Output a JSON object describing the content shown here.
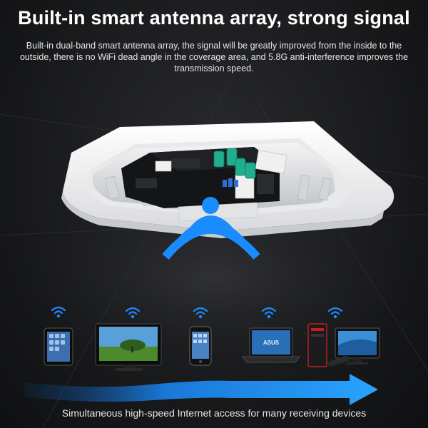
{
  "headline": "Built-in smart antenna array, strong signal",
  "description": "Built-in dual-band smart antenna array, the signal will be greatly improved from the inside to the outside, there is no WiFi dead angle in the coverage area, and 5.8G anti-interference improves the transmission speed.",
  "caption": "Simultaneous high-speed Internet access for many receiving devices",
  "router": {
    "icon": "ceiling-router-icon",
    "signal_icon": "wifi-signal-icon"
  },
  "devices": [
    {
      "name": "tablet",
      "icon": "tablet-icon",
      "signal_icon": "wifi-icon"
    },
    {
      "name": "tv",
      "icon": "tv-icon",
      "signal_icon": "wifi-icon"
    },
    {
      "name": "phone",
      "icon": "smartphone-icon",
      "signal_icon": "wifi-icon"
    },
    {
      "name": "laptop",
      "icon": "laptop-icon",
      "brand_label": "ASUS",
      "signal_icon": "wifi-icon"
    },
    {
      "name": "desktop",
      "icon": "desktop-computer-icon",
      "signal_icon": "wifi-icon"
    }
  ],
  "colors": {
    "background": "#1a1b1d",
    "accent_blue": "#1a8cff",
    "text": "#ffffff"
  }
}
